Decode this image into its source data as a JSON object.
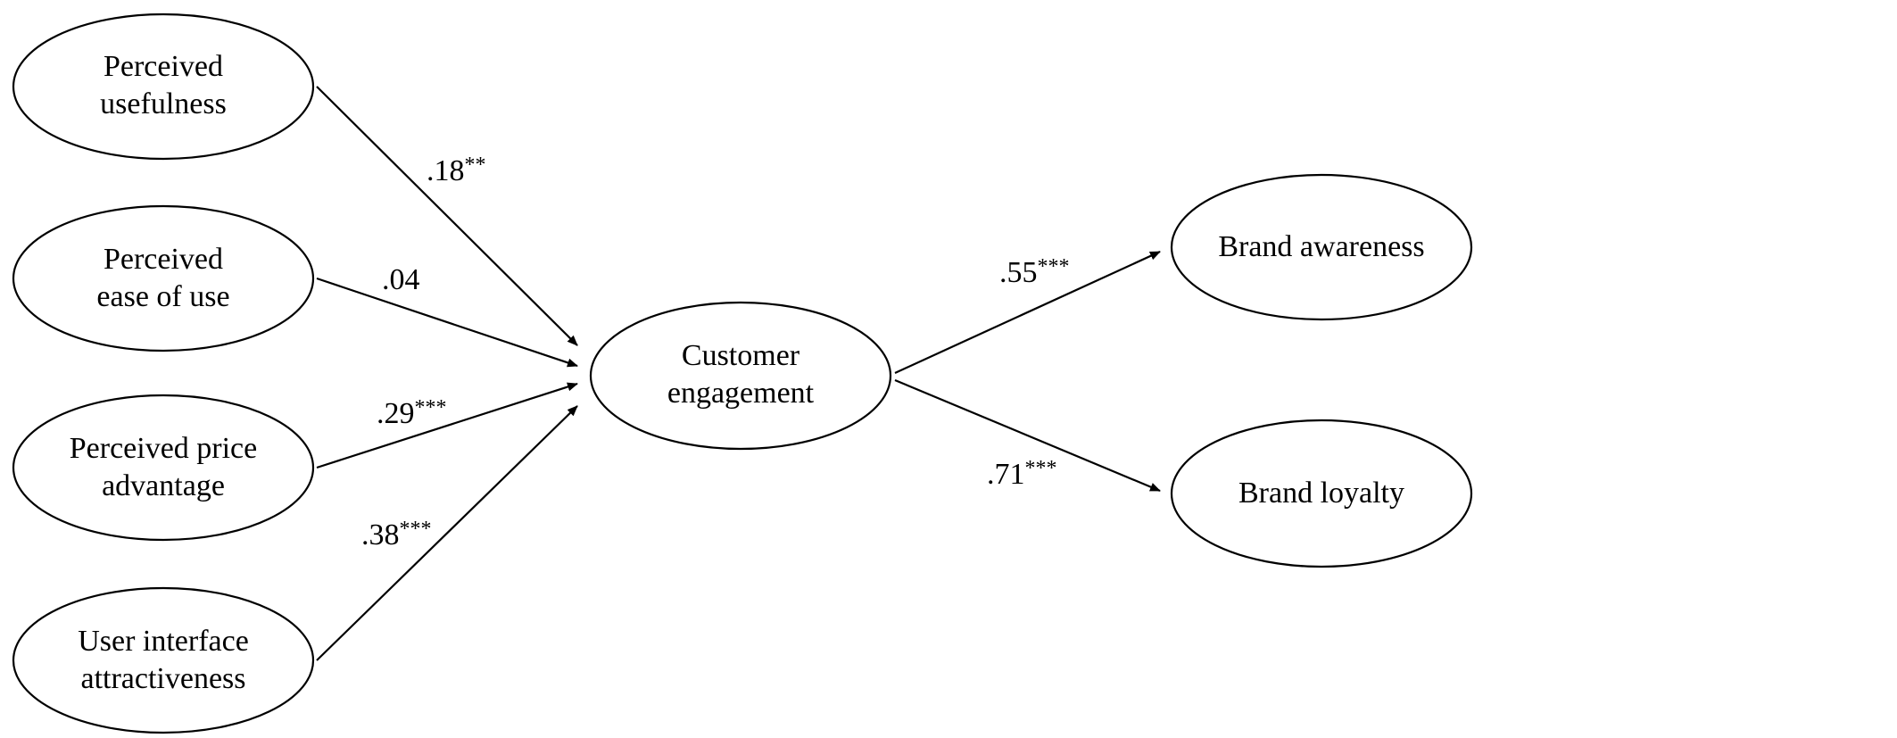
{
  "nodes": {
    "perceived_usefulness": {
      "lines": [
        "Perceived",
        "usefulness"
      ]
    },
    "perceived_ease_of_use": {
      "lines": [
        "Perceived",
        "ease of use"
      ]
    },
    "perceived_price_advantage": {
      "lines": [
        "Perceived price",
        "advantage"
      ]
    },
    "user_interface_attractiveness": {
      "lines": [
        "User interface",
        "attractiveness"
      ]
    },
    "customer_engagement": {
      "lines": [
        "Customer",
        "engagement"
      ]
    },
    "brand_awareness": {
      "lines": [
        "Brand awareness"
      ]
    },
    "brand_loyalty": {
      "lines": [
        "Brand loyalty"
      ]
    }
  },
  "paths": [
    {
      "from": "Perceived usefulness",
      "to": "Customer engagement",
      "coefficient": ".18",
      "significance": "**"
    },
    {
      "from": "Perceived ease of use",
      "to": "Customer engagement",
      "coefficient": ".04",
      "significance": ""
    },
    {
      "from": "Perceived price advantage",
      "to": "Customer engagement",
      "coefficient": ".29",
      "significance": "***"
    },
    {
      "from": "User interface attractiveness",
      "to": "Customer engagement",
      "coefficient": ".38",
      "significance": "***"
    },
    {
      "from": "Customer engagement",
      "to": "Brand awareness",
      "coefficient": ".55",
      "significance": "***"
    },
    {
      "from": "Customer engagement",
      "to": "Brand loyalty",
      "coefficient": ".71",
      "significance": "***"
    }
  ]
}
